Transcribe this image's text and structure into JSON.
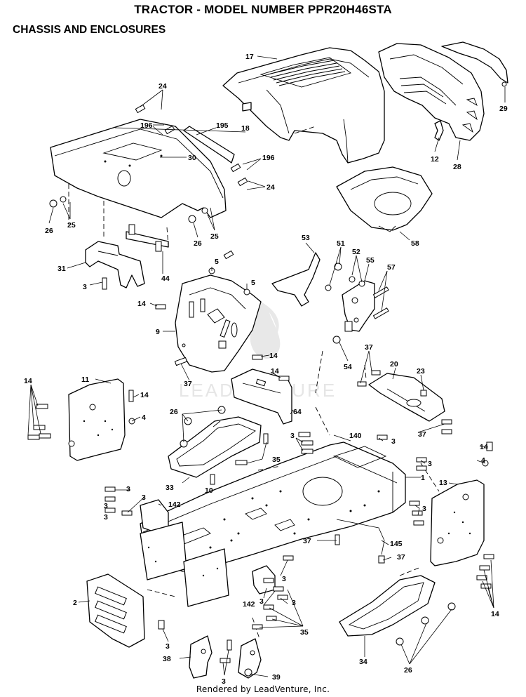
{
  "header": {
    "title": "TRACTOR - MODEL NUMBER PPR20H46STA",
    "subtitle": "CHASSIS AND ENCLOSURES"
  },
  "footer": {
    "credit": "Rendered by LeadVenture, Inc."
  },
  "watermark": {
    "text": "LEADVENTURE"
  },
  "callouts": {
    "c17": "17",
    "c29": "29",
    "c24a": "24",
    "c196a": "196",
    "c195": "195",
    "c18": "18",
    "c12": "12",
    "c28": "28",
    "c30": "30",
    "c196b": "196",
    "c24b": "24",
    "c26a": "26",
    "c25a": "25",
    "c25b": "25",
    "c26b": "26",
    "c58": "58",
    "c31": "31",
    "c44": "44",
    "c3a": "3",
    "c5a": "5",
    "c5b": "5",
    "c53": "53",
    "c51": "51",
    "c52": "52",
    "c55": "55",
    "c57": "57",
    "c14a": "14",
    "c9": "9",
    "c54": "54",
    "c14b": "14",
    "c14c": "14",
    "c37a": "37",
    "c37b": "37",
    "c20": "20",
    "c23": "23",
    "c11": "11",
    "c14d": "14",
    "c14e": "14",
    "c64": "64",
    "c26c": "26",
    "c4a": "4",
    "c37c": "37",
    "c3b": "3",
    "c140": "140",
    "c3c": "3",
    "c14f": "14",
    "c35a": "35",
    "c3d": "3",
    "c4b": "4",
    "c33": "33",
    "c10": "10",
    "c1": "1",
    "c13": "13",
    "c3e": "3",
    "c3f": "3",
    "c142a": "142",
    "c3g": "3",
    "c3h": "3",
    "c3i": "3",
    "c37d": "37",
    "c145": "145",
    "c37e": "37",
    "c2": "2",
    "c3j": "3",
    "c142b": "142",
    "c3k": "3",
    "c3l": "3",
    "c14g": "14",
    "c35b": "35",
    "c3m": "3",
    "c38": "38",
    "c3n": "3",
    "c39": "39",
    "c34": "34",
    "c26d": "26"
  }
}
